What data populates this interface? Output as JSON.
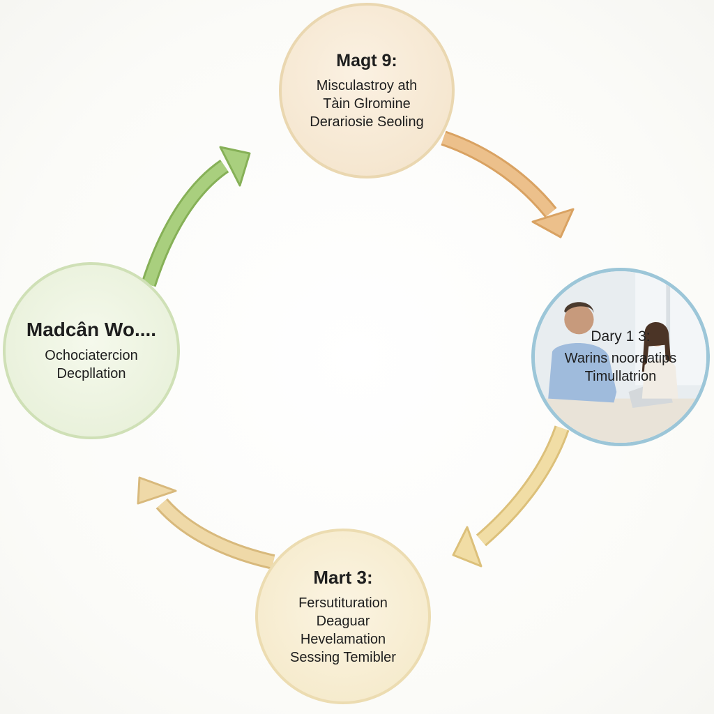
{
  "nodes": {
    "top": {
      "title": "Magt 9:",
      "lines": [
        "Misculastroy ath",
        "Tàin Glromine",
        "Derariosie Seoling"
      ]
    },
    "left": {
      "title": "Madcân Wo....",
      "lines": [
        "Ochociatercion",
        "Decpllation"
      ]
    },
    "right": {
      "title": "Dary 1 3:",
      "lines": [
        "Warins nooraatips",
        "Timullatrion"
      ]
    },
    "bottom": {
      "title": "Mart 3:",
      "lines": [
        "Fersutituration",
        "Deaguar",
        "Hevelamation",
        "Sessing Temibler"
      ]
    }
  },
  "colors": {
    "arrow_green": "#9dc46f",
    "arrow_orange": "#e7b77b",
    "arrow_yellow": "#eed9a0",
    "arrow_tan": "#ecd4a2"
  }
}
